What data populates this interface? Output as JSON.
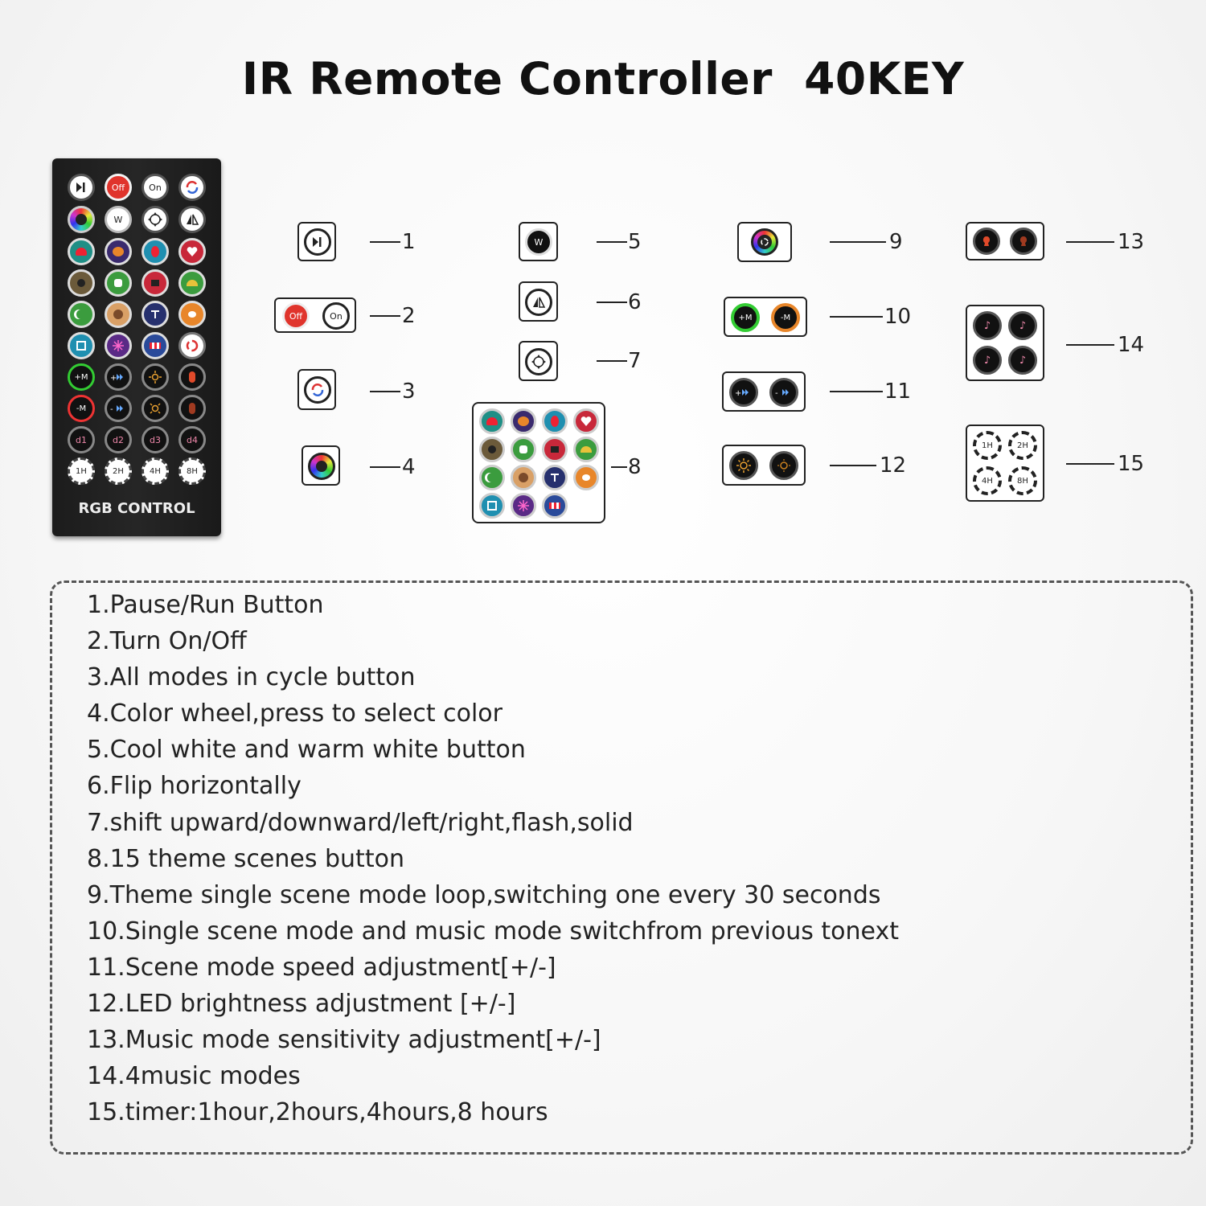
{
  "title": "IR Remote Controller  40KEY",
  "remote": {
    "brand": "RGB CONTROL",
    "row1": [
      "",
      "Off",
      "On",
      ""
    ],
    "row2": [
      "",
      "W",
      "",
      ""
    ],
    "row9": [
      "d1",
      "d2",
      "d3",
      "d4"
    ],
    "row10": [
      "1H",
      "2H",
      "4H",
      "8H"
    ],
    "mode_labels": [
      "+M",
      "-M"
    ]
  },
  "callouts": [
    "1",
    "2",
    "3",
    "4",
    "5",
    "6",
    "7",
    "8",
    "9",
    "10",
    "11",
    "12",
    "13",
    "14",
    "15"
  ],
  "icon_labels": {
    "off": "Off",
    "on": "On",
    "white": "W",
    "plus_m": "+M",
    "minus_m": "-M",
    "timers": [
      "1H",
      "2H",
      "4H",
      "8H"
    ]
  },
  "descriptions": [
    "1.Pause/Run Button",
    "2.Turn On/Off",
    "3.All modes in cycle button",
    "4.Color wheel,press to select color",
    "5.Cool white and warm white button",
    "6.Flip horizontally",
    "7.shift upward/downward/left/right,flash,solid",
    "8.15 theme scenes button",
    "9.Theme single scene mode loop,switching one every 30 seconds",
    "10.Single scene mode and music mode switchfrom previous tonext",
    "11.Scene mode speed adjustment[+/-]",
    "12.LED brightness adjustment [+/-]",
    "13.Music mode sensitivity adjustment[+/-]",
    "14.4music modes",
    "15.timer:1hour,2hours,4hours,8 hours"
  ],
  "colors": {
    "off_red": "#e0342c",
    "remote_body": "#222222",
    "scene_teal": "#1f8f86",
    "scene_red": "#c8283a",
    "scene_green": "#3b9c3e",
    "scene_navy": "#26306e",
    "scene_orange": "#e8862a",
    "scene_purple": "#5a2a86"
  }
}
